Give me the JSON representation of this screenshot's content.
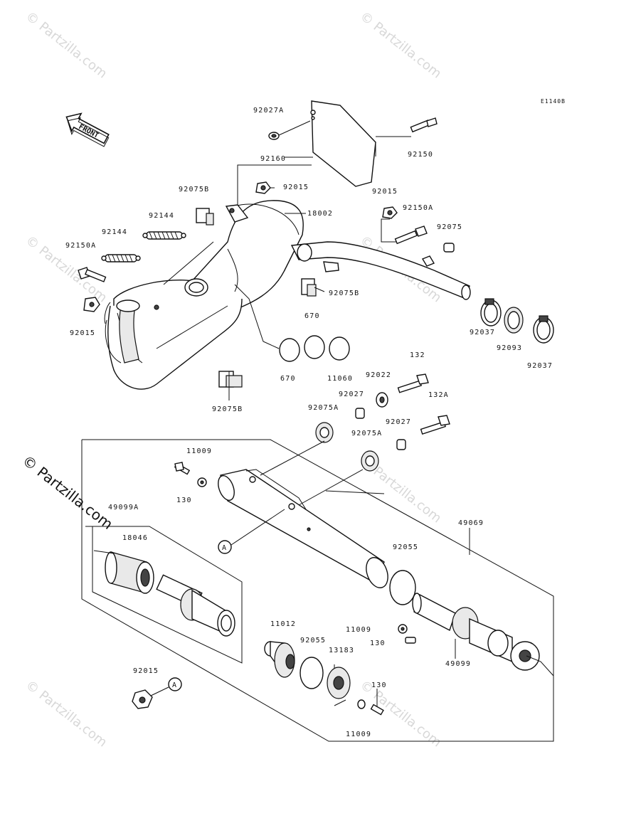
{
  "diagram": {
    "code": "E1140B",
    "front_label": "FRONT",
    "callout_a": "A",
    "watermark": "© Partzilla.com",
    "side_watermark": "© Partzilla.com",
    "parts": {
      "p92027A": "92027A",
      "p92160": "92160",
      "p92150": "92150",
      "p92075B_1": "92075B",
      "p92015_1": "92015",
      "p18002": "18002",
      "p92144_1": "92144",
      "p92144_2": "92144",
      "p92150A_1": "92150A",
      "p92015_2": "92015",
      "p92150A_2": "92150A",
      "p92075": "92075",
      "p92075B_2": "92075B",
      "p92015_3": "92015",
      "p670_1": "670",
      "p670_2": "670",
      "p11060": "11060",
      "p92037_1": "92037",
      "p92093": "92093",
      "p92037_2": "92037",
      "p92075B_3": "92075B",
      "p132": "132",
      "p92022": "92022",
      "p92027_1": "92027",
      "p132A": "132A",
      "p92075A_1": "92075A",
      "p92027_2": "92027",
      "p92075A_2": "92075A",
      "p11009_1": "11009",
      "p130_1": "130",
      "p49099A": "49099A",
      "p18046": "18046",
      "p49069": "49069",
      "p92055_1": "92055",
      "p11009_2": "11009",
      "p130_2": "130",
      "p11012": "11012",
      "p92055_2": "92055",
      "p13183": "13183",
      "p49099": "49099",
      "p92015_4": "92015",
      "p130_3": "130",
      "p11009_3": "11009"
    }
  }
}
